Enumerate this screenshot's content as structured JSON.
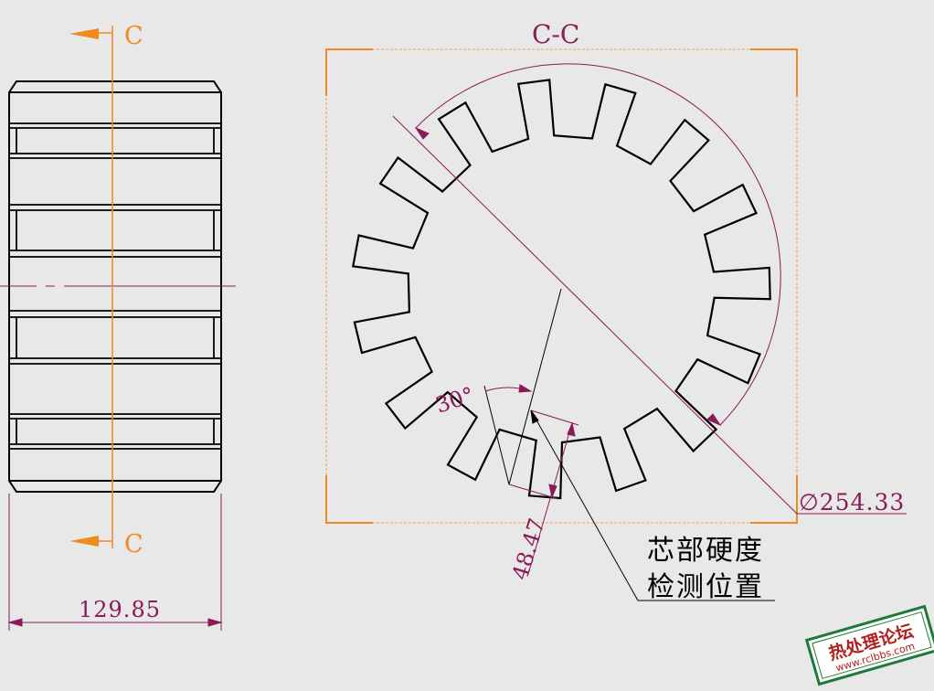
{
  "section": {
    "title": "C-C",
    "marker_left_top": "C",
    "marker_left_bottom": "C"
  },
  "dimensions": {
    "width": "129.85",
    "outer_diameter": "∅254.33",
    "depth": "48.47",
    "angle": "30°"
  },
  "note": {
    "line1": "芯部硬度",
    "line2": "检测位置"
  },
  "watermark": {
    "title": "热处理论坛",
    "url": "www.rclbbs.com"
  },
  "gear": {
    "teeth": 15
  },
  "colors": {
    "background": "#e8e8e8",
    "outline": "#000000",
    "dimension": "#8b1a5a",
    "section_marker": "#f08a1e",
    "watermark_border": "#1f7a3a",
    "watermark_text": "#b21f1f"
  }
}
